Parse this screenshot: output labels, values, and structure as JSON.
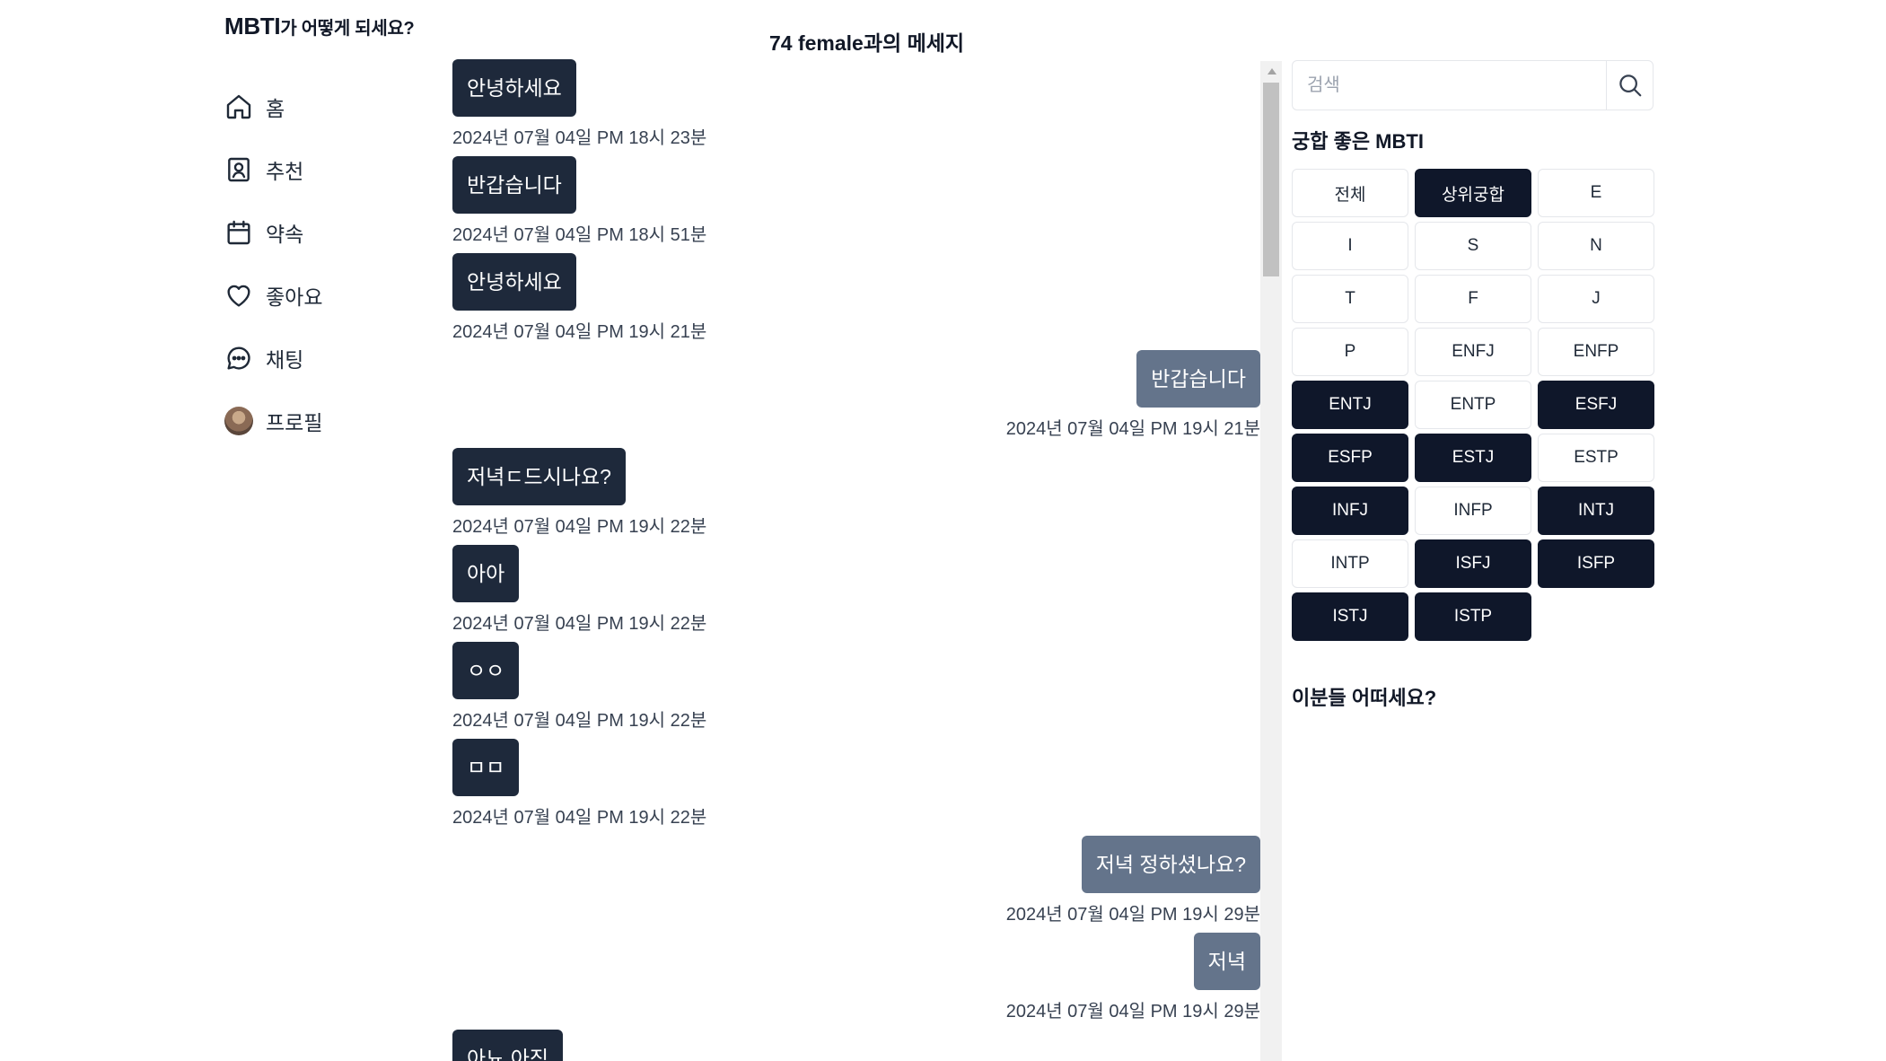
{
  "brand": {
    "main": "MBTI",
    "suffix": "가 어떻게 되세요?"
  },
  "nav": [
    {
      "label": "홈",
      "icon": "home-icon"
    },
    {
      "label": "추천",
      "icon": "contact-card-icon"
    },
    {
      "label": "약속",
      "icon": "calendar-icon"
    },
    {
      "label": "좋아요",
      "icon": "heart-icon"
    },
    {
      "label": "채팅",
      "icon": "chat-bubble-icon"
    },
    {
      "label": "프로필",
      "icon": "avatar"
    }
  ],
  "chat": {
    "partner": "74 female",
    "title_suffix": "과의 메세지",
    "messages": [
      {
        "side": "in",
        "text": "안녕하세요",
        "time": "2024년 07월 04일 PM 18시 23분"
      },
      {
        "side": "in",
        "text": "반갑습니다",
        "time": "2024년 07월 04일 PM 18시 51분"
      },
      {
        "side": "in",
        "text": "안녕하세요",
        "time": "2024년 07월 04일 PM 19시 21분"
      },
      {
        "side": "out",
        "text": "반갑습니다",
        "time": "2024년 07월 04일 PM 19시 21분"
      },
      {
        "side": "in",
        "text": "저녁ㄷ드시나요?",
        "time": "2024년 07월 04일 PM 19시 22분"
      },
      {
        "side": "in",
        "text": "아아",
        "time": "2024년 07월 04일 PM 19시 22분"
      },
      {
        "side": "in",
        "text": "ㅇㅇ",
        "time": "2024년 07월 04일 PM 19시 22분"
      },
      {
        "side": "in",
        "text": "ㅁㅁ",
        "time": "2024년 07월 04일 PM 19시 22분"
      },
      {
        "side": "out",
        "text": "저녁 정하셨나요?",
        "time": "2024년 07월 04일 PM 19시 29분"
      },
      {
        "side": "out",
        "text": "저녁",
        "time": "2024년 07월 04일 PM 19시 29분"
      },
      {
        "side": "in",
        "text": "아뇨 아직",
        "time": ""
      }
    ]
  },
  "search": {
    "placeholder": "검색"
  },
  "compat": {
    "title": "궁합 좋은 MBTI",
    "filters": [
      {
        "label": "전체",
        "active": false
      },
      {
        "label": "상위궁합",
        "active": true
      },
      {
        "label": "E",
        "active": false
      },
      {
        "label": "I",
        "active": false
      },
      {
        "label": "S",
        "active": false
      },
      {
        "label": "N",
        "active": false
      },
      {
        "label": "T",
        "active": false
      },
      {
        "label": "F",
        "active": false
      },
      {
        "label": "J",
        "active": false
      },
      {
        "label": "P",
        "active": false
      },
      {
        "label": "ENFJ",
        "active": false
      },
      {
        "label": "ENFP",
        "active": false
      },
      {
        "label": "ENTJ",
        "active": true
      },
      {
        "label": "ENTP",
        "active": false
      },
      {
        "label": "ESFJ",
        "active": true
      },
      {
        "label": "ESFP",
        "active": true
      },
      {
        "label": "ESTJ",
        "active": true
      },
      {
        "label": "ESTP",
        "active": false
      },
      {
        "label": "INFJ",
        "active": true
      },
      {
        "label": "INFP",
        "active": false
      },
      {
        "label": "INTJ",
        "active": true
      },
      {
        "label": "INTP",
        "active": false
      },
      {
        "label": "ISFJ",
        "active": true
      },
      {
        "label": "ISFP",
        "active": true
      },
      {
        "label": "ISTJ",
        "active": true
      },
      {
        "label": "ISTP",
        "active": true
      }
    ]
  },
  "suggest": {
    "title": "이분들 어떠세요?"
  },
  "colors": {
    "active_chip": "#0f172a",
    "incoming_bubble": "#1e293b",
    "outgoing_bubble": "#64748b"
  }
}
